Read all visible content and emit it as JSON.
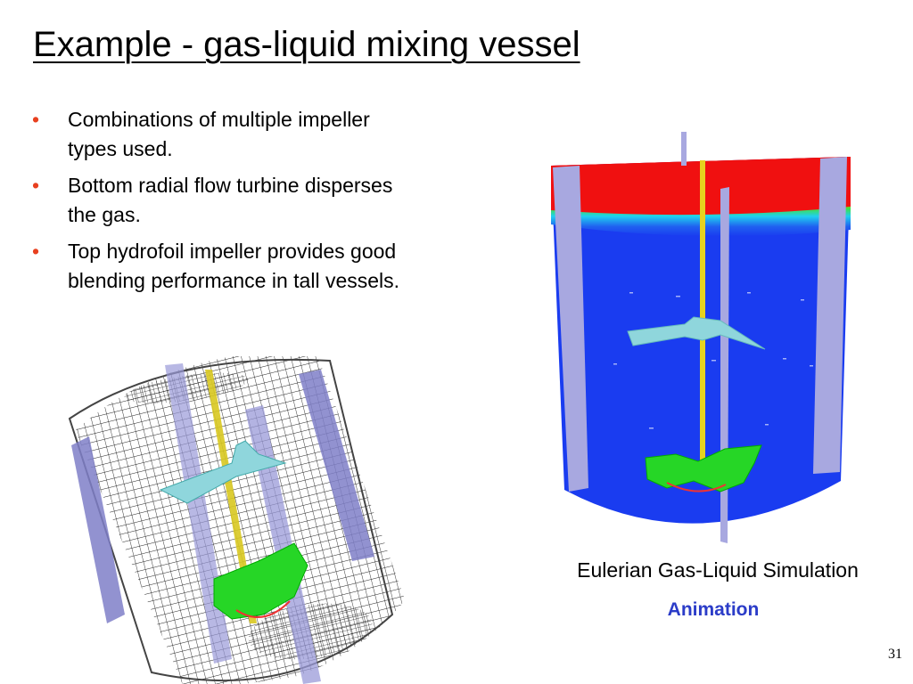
{
  "slide": {
    "title": "Example - gas-liquid mixing vessel",
    "bullets": [
      "Combinations of multiple impeller types used.",
      "Bottom radial flow turbine disperses the gas.",
      "Top hydrofoil impeller provides good blending performance in tall vessels."
    ],
    "caption": "Eulerian Gas-Liquid Simulation",
    "link_label": "Animation",
    "page_number": "31"
  },
  "colors": {
    "bullet": "#e8401f",
    "link": "#2b3cc8",
    "gas_phase": "#f01010",
    "liquid_phase": "#1a3cf0",
    "baffle": "#a8a8e0",
    "shaft": "#e6d21e",
    "hydrofoil": "#8fd6dc",
    "turbine": "#26d626"
  }
}
